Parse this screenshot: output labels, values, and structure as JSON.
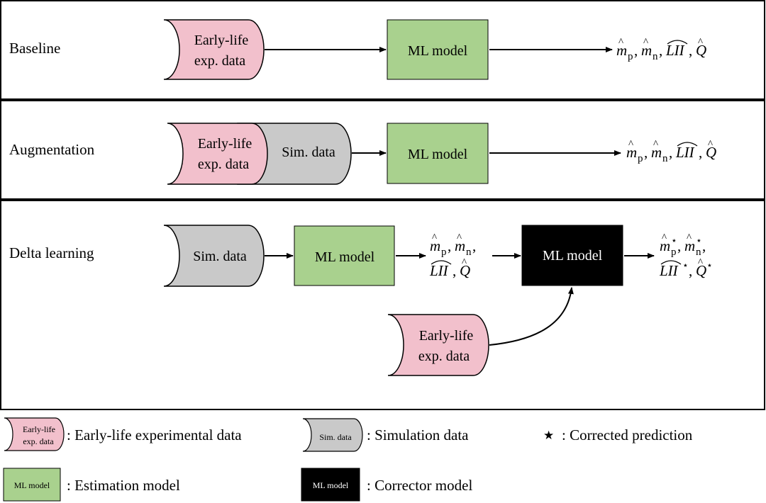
{
  "colors": {
    "experimental": "#f2c0cc",
    "simulation": "#c9c9c9",
    "estimation": "#a9d18e",
    "corrector": "#000000",
    "frame": "#000000"
  },
  "panels": {
    "baseline": {
      "label": "Baseline",
      "exp_line1": "Early-life",
      "exp_line2": "exp. data",
      "model": "ML model"
    },
    "augmentation": {
      "label": "Augmentation",
      "exp_line1": "Early-life",
      "exp_line2": "exp. data",
      "sim": "Sim. data",
      "model": "ML model"
    },
    "delta": {
      "label": "Delta learning",
      "sim": "Sim. data",
      "model1": "ML model",
      "model2": "ML model",
      "exp_line1": "Early-life",
      "exp_line2": "exp. data"
    }
  },
  "symbols": {
    "m": "m",
    "p": "p",
    "n": "n",
    "lii": "LII",
    "q": "Q",
    "hat": "^",
    "wide_hat": "⌢",
    "comma": ",",
    "star": "⋆"
  },
  "legend": {
    "exp_icon_line1": "Early-life",
    "exp_icon_line2": "exp. data",
    "exp_text": ": Early-life experimental data",
    "sim_icon": "Sim. data",
    "sim_text": ": Simulation data",
    "star_symbol": "★",
    "star_text": ": Corrected prediction",
    "est_icon": "ML model",
    "est_text": ": Estimation model",
    "cor_icon": "ML model",
    "cor_text": ": Corrector model"
  }
}
